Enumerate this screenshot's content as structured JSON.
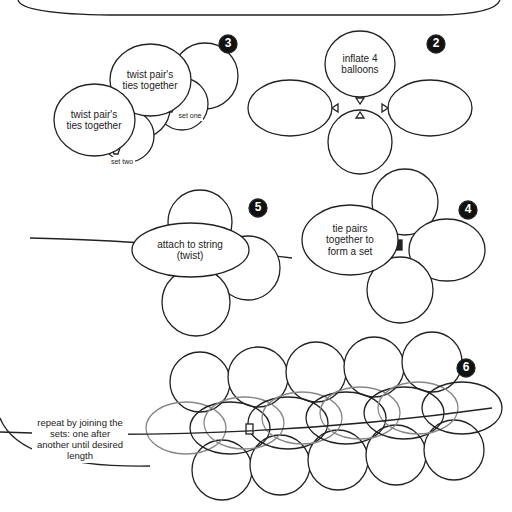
{
  "diagram": {
    "nodes": [
      {
        "text": [
          "2"
        ]
      },
      {
        "text": [
          "inflate 4 balloons"
        ]
      },
      {
        "text": [
          "3"
        ]
      },
      {
        "text": [
          "twist pair's ties together"
        ]
      },
      {
        "text": [
          "twist pair's ties together"
        ]
      },
      {
        "text": [
          "4"
        ]
      },
      {
        "text": [
          "tie pairs together to form a set"
        ]
      },
      {
        "text": [
          "5"
        ]
      },
      {
        "text": [
          "attach to string (twist)"
        ]
      },
      {
        "text": [
          "6"
        ]
      }
    ],
    "labels": [
      "set one",
      "set two",
      "repeat by joining the sets: one after another until desired length"
    ]
  }
}
